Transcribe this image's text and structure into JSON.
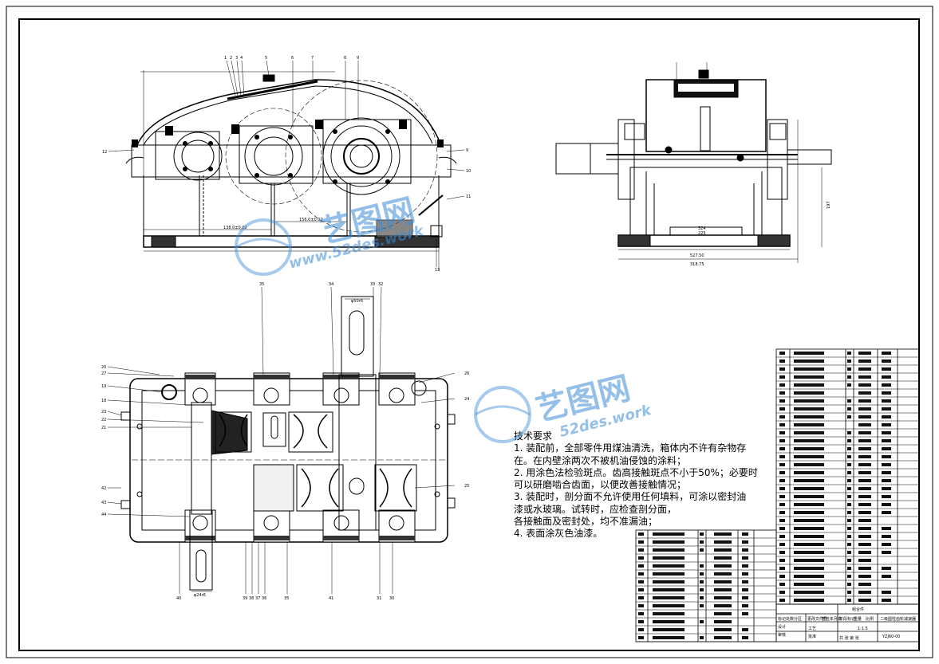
{
  "drawing": {
    "notes": {
      "title": "技术要求",
      "lines": [
        "1. 装配前，全部零件用煤油清洗，箱体内不许有杂物存",
        "在。在内壁涂两次不被机油侵蚀的涂料；",
        "2. 用涂色法检验斑点。齿高接触斑点不小于50%；必要时",
        "可以研磨啮合齿面，以便改善接触情况；",
        "3. 装配时，剖分面不允许使用任何填料，可涂以密封油",
        "漆或水玻璃。试转时，应检查剖分面，",
        "各接触面及密封处，均不准漏油；",
        "4. 表面涂灰色油漆。"
      ]
    },
    "watermark": {
      "brand": "艺图网",
      "url_top": "www.52des.work",
      "url_bottom": "52des.work"
    },
    "dimensions": {
      "front_base_1": "138.0±0.02",
      "front_base_2": "156.0±0.02",
      "side_width_1": "527.50",
      "side_width_2": "318.75",
      "side_inner_1": "324",
      "side_inner_2": "225",
      "side_height": "197",
      "shaft_dia_top": "φ50r6",
      "shaft_dia_bottom": "φ24r6"
    },
    "balloons_top": [
      "1",
      "2",
      "3",
      "4",
      "5",
      "6",
      "7",
      "8",
      "9"
    ],
    "balloons_front_left": [
      "12"
    ],
    "balloons_front_right": [
      "9",
      "10",
      "11"
    ],
    "balloons_front_bottom": [
      "13"
    ],
    "balloons_plan_top": [
      "35",
      "34",
      "33",
      "32"
    ],
    "balloons_plan_left": [
      "20",
      "27",
      "19",
      "18",
      "23",
      "22",
      "21",
      "42",
      "43",
      "44"
    ],
    "balloons_plan_right": [
      "26",
      "24",
      "25"
    ],
    "balloons_plan_bottom": [
      "40",
      "39",
      "38",
      "37",
      "36",
      "35",
      "41",
      "31",
      "30"
    ],
    "title_block": {
      "group": "组合件",
      "drawing_no": "YZJ60-00",
      "name": "二级圆柱齿轮减速器",
      "scale": "1:1.5",
      "row_labels": [
        "标记",
        "处数",
        "分区",
        "更改文件号",
        "签名",
        "年月日"
      ],
      "role_labels": [
        "设计",
        "审核",
        "工艺",
        "批准"
      ],
      "stage_labels": [
        "阶段标记",
        "重量",
        "比例"
      ],
      "sheet_label": "共  张 第  张"
    }
  }
}
